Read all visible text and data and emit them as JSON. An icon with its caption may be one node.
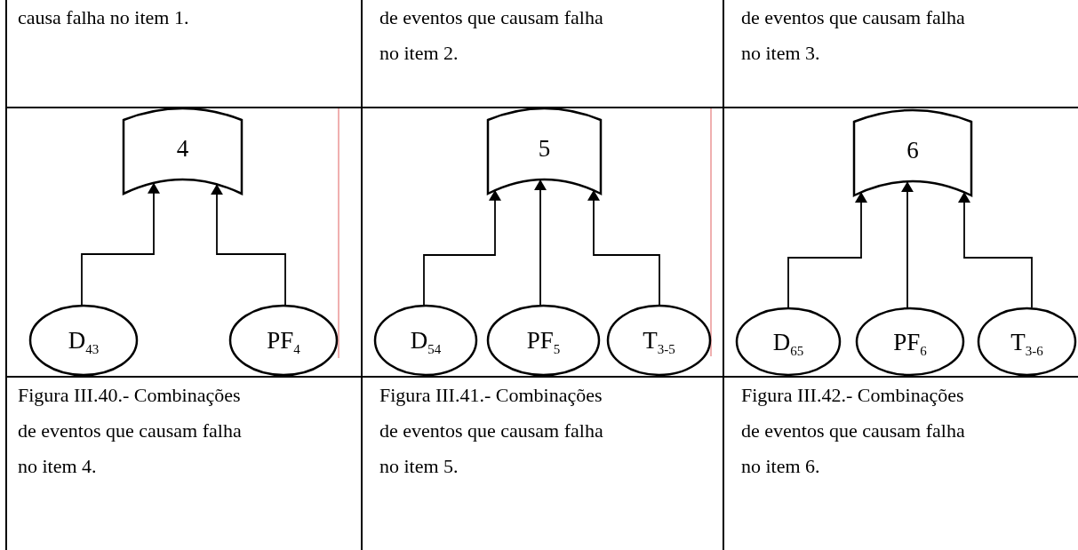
{
  "diagram": {
    "nodes": [
      {
        "text": [
          "4"
        ]
      },
      {
        "text": [
          "D$_{43}$"
        ]
      },
      {
        "text": [
          "PF$_{4}$"
        ]
      },
      {
        "text": [
          "5"
        ]
      },
      {
        "text": [
          "D$_{54}$"
        ]
      },
      {
        "text": [
          "PF$_{5}$"
        ]
      },
      {
        "text": [
          "T$_{3-5}$"
        ]
      },
      {
        "text": [
          "6"
        ]
      },
      {
        "text": [
          "D$_{65}$"
        ]
      },
      {
        "text": [
          "PF$_{6}$"
        ]
      },
      {
        "text": [
          "T$_{3-6}$"
        ]
      }
    ],
    "edges": [
      {
        "from": 1,
        "to": 0,
        "arrow": "to"
      },
      {
        "from": 2,
        "to": 0,
        "arrow": "to"
      },
      {
        "from": 4,
        "to": 3,
        "arrow": "to"
      },
      {
        "from": 5,
        "to": 3,
        "arrow": "to"
      },
      {
        "from": 6,
        "to": 3,
        "arrow": "to"
      },
      {
        "from": 8,
        "to": 7,
        "arrow": "to"
      },
      {
        "from": 9,
        "to": 7,
        "arrow": "to"
      },
      {
        "from": 10,
        "to": 7,
        "arrow": "to"
      }
    ],
    "labels": [
      "causa falha no item 1.",
      "de eventos que causam falha no item 2.",
      "de eventos que causam falha no item 3.",
      "Figura III.40.- Combinações de eventos que causam falha no item 4.",
      "Figura III.41.- Combinações de eventos que causam falha no item 5.",
      "Figura III.42.- Combinações de eventos que causam falha no item 6."
    ]
  }
}
